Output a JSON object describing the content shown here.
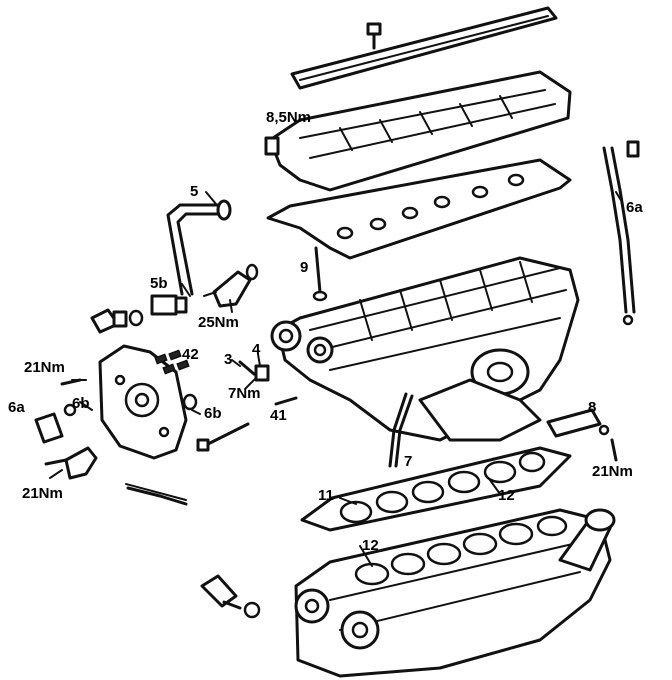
{
  "labels": {
    "torque_8_5": "8,5Nm",
    "item_5": "5",
    "item_6a_right": "6a",
    "item_9": "9",
    "item_5b_center": "5b",
    "torque_25": "25Nm",
    "torque_21_left_top": "21Nm",
    "item_42": "42",
    "item_3": "3",
    "item_4": "4",
    "torque_7": "7Nm",
    "item_41": "41",
    "item_6a_left": "6a",
    "item_6b_left": "6b",
    "item_6b_right": "6b",
    "item_8": "8",
    "torque_21_right": "21Nm",
    "item_7": "7",
    "torque_21_left_bottom": "21Nm",
    "item_11": "11",
    "item_12_top": "12",
    "item_12_bottom": "12"
  }
}
